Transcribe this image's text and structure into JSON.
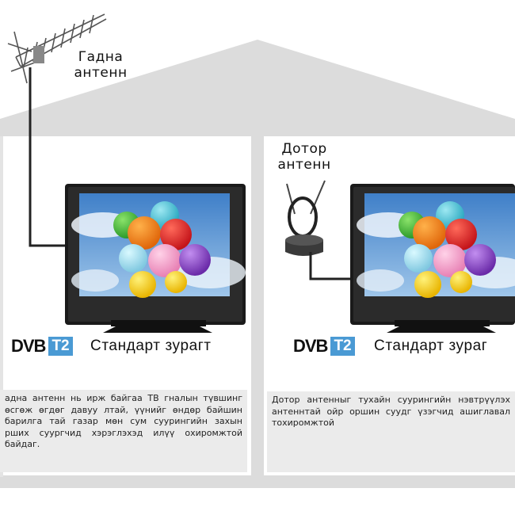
{
  "labels": {
    "outdoor_antenna_line1": "Гадна",
    "outdoor_antenna_line2": "антенн",
    "indoor_antenna_line1": "Дотор",
    "indoor_antenna_line2": "антенн"
  },
  "left_panel": {
    "logo_dvb": "DVB",
    "logo_t2": "T2",
    "caption": "Стандарт зурагт",
    "description": "адна антенн нь ирж байгаа ТВ гналын түвшинг өсгөж өгдөг давуу лтай, үүнийг өндөр байшин барилга тай газар мөн сум суурингийн захын рших суургчид хэрэглэхэд илүү охиромжтой байдаг."
  },
  "right_panel": {
    "logo_dvb": "DVB",
    "logo_t2": "T2",
    "caption": "Стандарт зураг",
    "description": "Дотор антенныг тухайн суурингийн нэвтрүүлэх антеннтай ойр оршин суудг үзэгчид ашиглавал тохиромжтой"
  },
  "colors": {
    "house": "#dcdcdc",
    "panel_bg": "#ebebeb",
    "t2_blue": "#4a9ad4",
    "tv_body": "#1a1a1a",
    "cable": "#222222"
  }
}
